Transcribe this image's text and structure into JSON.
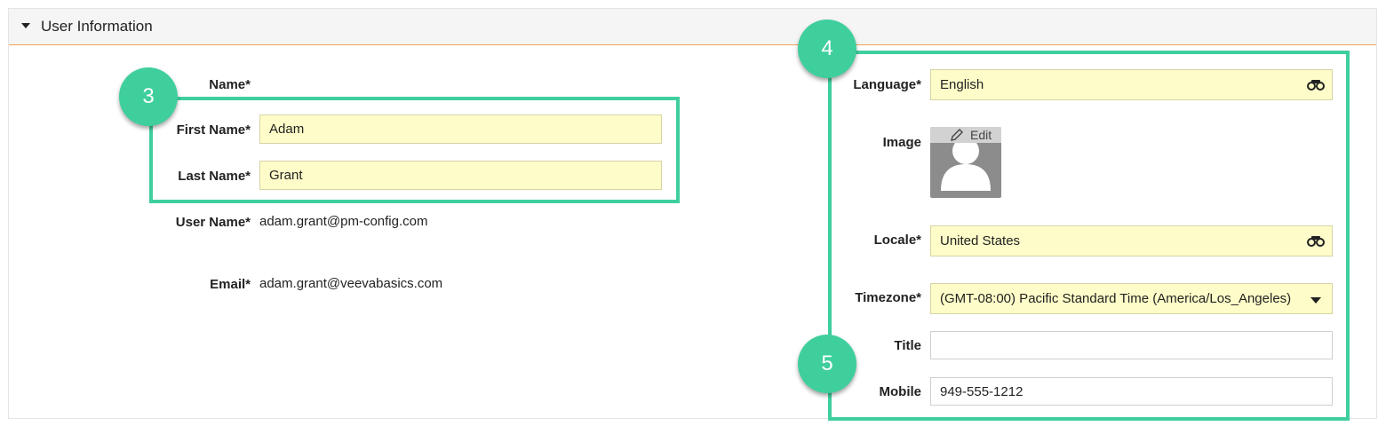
{
  "section": {
    "title": "User Information"
  },
  "left": {
    "name_label": "Name*",
    "first_name_label": "First Name*",
    "first_name_value": "Adam",
    "last_name_label": "Last Name*",
    "last_name_value": "Grant",
    "username_label": "User Name*",
    "username_value": "adam.grant@pm-config.com",
    "email_label": "Email*",
    "email_value": "adam.grant@veevabasics.com"
  },
  "right": {
    "language_label": "Language*",
    "language_value": "English",
    "image_label": "Image",
    "image_edit_label": "Edit",
    "locale_label": "Locale*",
    "locale_value": "United States",
    "timezone_label": "Timezone*",
    "timezone_value": "(GMT-08:00) Pacific Standard Time (America/Los_Angeles)",
    "title_label": "Title",
    "title_value": "",
    "mobile_label": "Mobile",
    "mobile_value": "949-555-1212"
  },
  "callouts": {
    "badge_3": "3",
    "badge_4": "4",
    "badge_5": "5"
  },
  "colors": {
    "highlight": "#3fcf9d",
    "field_bg": "#fefcc8",
    "header_rule": "#f0a35a"
  },
  "icons": {
    "lookup": "binoculars-icon",
    "edit": "pencil-icon",
    "collapse": "caret-down-icon"
  }
}
